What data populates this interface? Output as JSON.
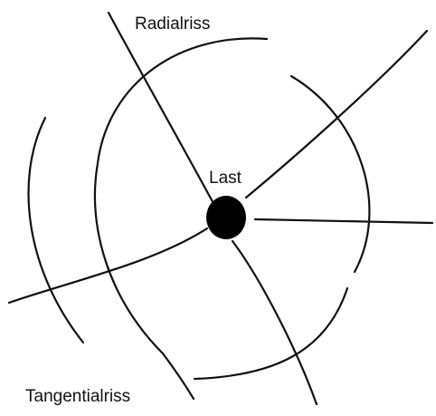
{
  "labels": {
    "radial_crack": "Radialriss",
    "load": "Last",
    "tangential_crack": "Tangentialriss"
  },
  "colors": {
    "line": "#111111",
    "load_point": "#000000",
    "background": "#ffffff"
  }
}
